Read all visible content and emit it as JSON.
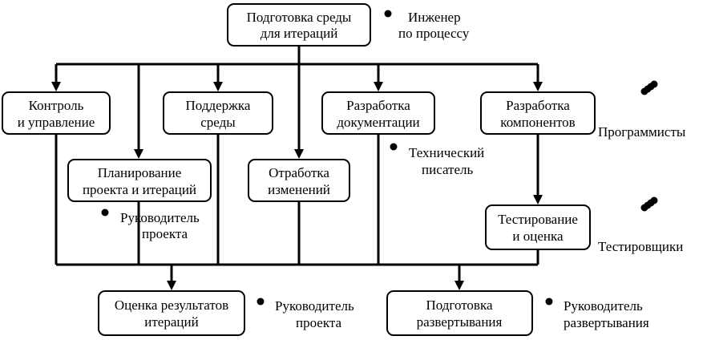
{
  "process": {
    "prepare_env": {
      "line1": "Подготовка среды",
      "line2": "для итераций"
    },
    "control": {
      "line1": "Контроль",
      "line2": "и управление"
    },
    "env_support": {
      "line1": "Поддержка",
      "line2": "среды"
    },
    "doc_dev": {
      "line1": "Разработка",
      "line2": "документации"
    },
    "comp_dev": {
      "line1": "Разработка",
      "line2": "компонентов"
    },
    "planning": {
      "line1": "Планирование",
      "line2": "проекта и итераций"
    },
    "change_work": {
      "line1": "Отработка",
      "line2": "изменений"
    },
    "testing": {
      "line1": "Тестирование",
      "line2": "и оценка"
    },
    "eval_results": {
      "line1": "Оценка результатов",
      "line2": "итераций"
    },
    "deploy_prep": {
      "line1": "Подготовка",
      "line2": "развертывания"
    }
  },
  "roles": {
    "process_engineer": {
      "line1": "Инженер",
      "line2": "по процессу"
    },
    "tech_writer": {
      "line1": "Технический",
      "line2": "писатель"
    },
    "project_manager_planning": {
      "line1": "Руководитель",
      "line2": "проекта"
    },
    "programmers": {
      "line1": "Программисты"
    },
    "testers": {
      "line1": "Тестировщики"
    },
    "project_manager_eval": {
      "line1": "Руководитель",
      "line2": "проекта"
    },
    "deploy_manager": {
      "line1": "Руководитель",
      "line2": "развертывания"
    }
  }
}
